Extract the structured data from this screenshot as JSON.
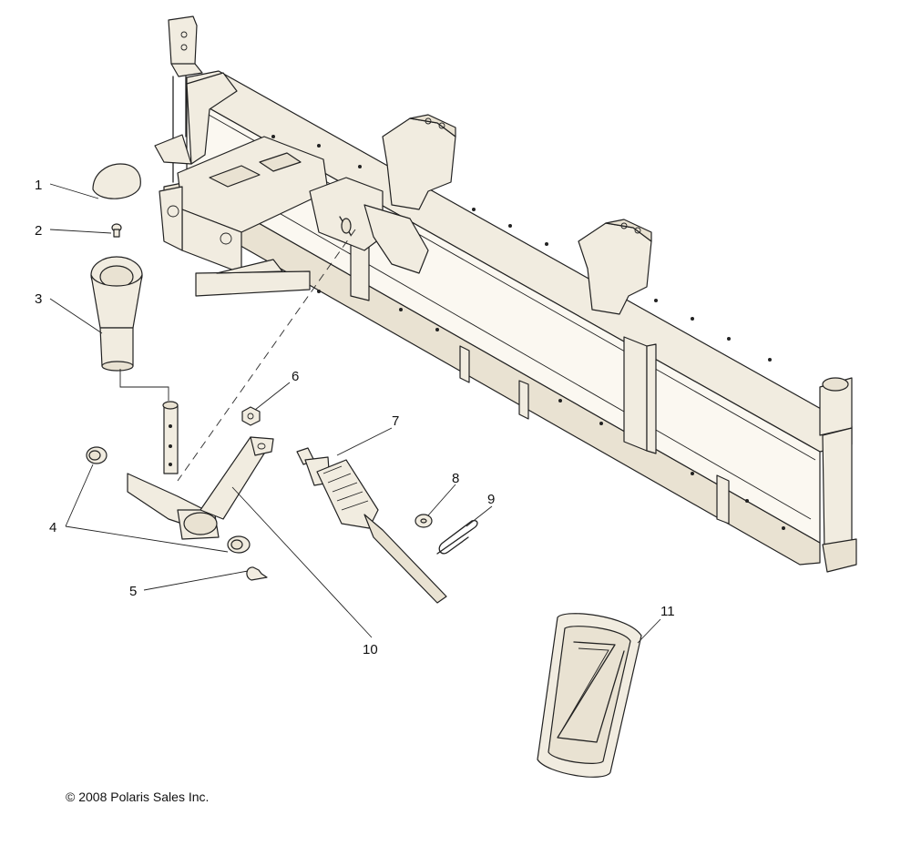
{
  "diagram": {
    "callouts": [
      "1",
      "2",
      "3",
      "4",
      "5",
      "6",
      "7",
      "8",
      "9",
      "10",
      "11"
    ],
    "copyright": "© 2008 Polaris Sales Inc."
  },
  "colors": {
    "part_fill": "#f1ece0",
    "line": "#222222",
    "background": "#ffffff"
  }
}
